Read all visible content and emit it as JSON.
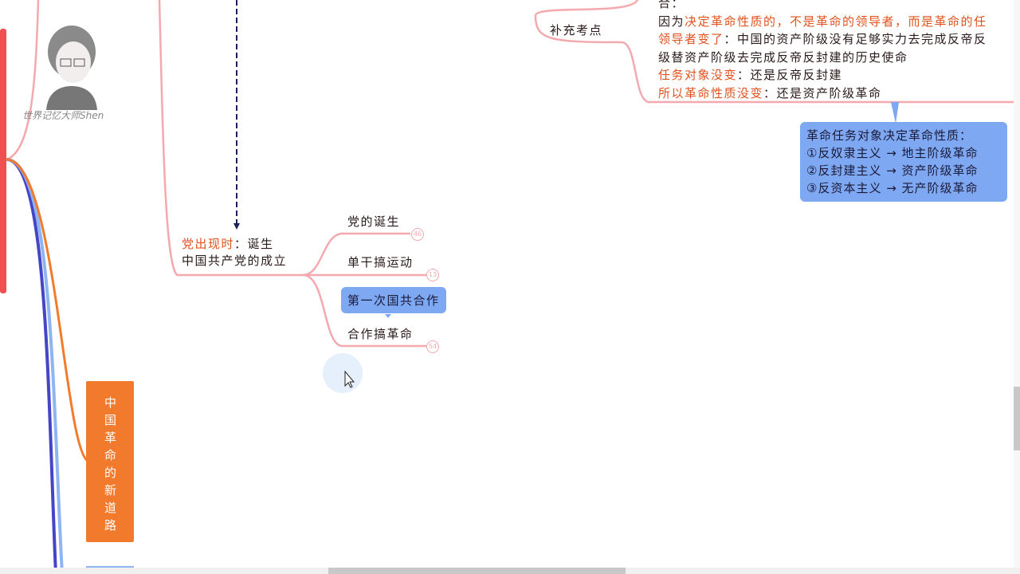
{
  "watermark": {
    "caption": "世界记忆大师Shen"
  },
  "topic": {
    "title_red": "党出现时",
    "title_sep": "：诞生",
    "title_line2": "中国共产党的成立"
  },
  "branches": [
    {
      "label": "党的诞生",
      "badge": "46"
    },
    {
      "label": "单干搞运动",
      "badge": "13"
    },
    {
      "label": "第一次国共合作",
      "highlighted": true
    },
    {
      "label": "合作搞革命",
      "badge": "54"
    }
  ],
  "supplement": {
    "label": "补充考点",
    "lines": [
      {
        "parts": [
          {
            "text": "合：",
            "red": false
          }
        ]
      },
      {
        "parts": [
          {
            "text": "因为",
            "red": false
          },
          {
            "text": "决定革命性质的，不是革命的领导者，而是革命的任",
            "red": true
          }
        ]
      },
      {
        "parts": [
          {
            "text": "领导者变了",
            "red": true
          },
          {
            "text": "：中国的资产阶级没有足够实力去完成反帝反",
            "red": false
          }
        ]
      },
      {
        "parts": [
          {
            "text": "级替资产阶级去完成反帝反封建的历史使命",
            "red": false
          }
        ]
      },
      {
        "parts": [
          {
            "text": "任务对象没变",
            "red": true
          },
          {
            "text": "：还是反帝反封建",
            "red": false
          }
        ]
      },
      {
        "parts": [
          {
            "text": "所以革命性质没变",
            "red": true
          },
          {
            "text": "：还是资产阶级革命",
            "red": false
          }
        ]
      }
    ]
  },
  "callout": {
    "lines": [
      "革命任务对象决定革命性质：",
      "①反奴隶主义 → 地主阶级革命",
      "②反封建主义 → 资产阶级革命",
      "③反资本主义 → 无产阶级革命"
    ]
  },
  "vertical_node": {
    "label": "中国革命的新道路",
    "color": "#f27a2c"
  },
  "colors": {
    "branch_pink": "#f4a9ae",
    "highlight_blue": "#7fa8f2",
    "accent_red": "#e0521e",
    "side_bar": "#f05050"
  }
}
